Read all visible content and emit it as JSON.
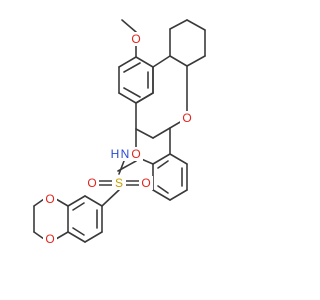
{
  "structure": {
    "atoms": [
      {
        "id": "O_me1",
        "text": "O",
        "color": "#e0261f"
      },
      {
        "id": "O_ring",
        "text": "O",
        "color": "#e0261f"
      },
      {
        "id": "O_me2",
        "text": "O",
        "color": "#e0261f"
      },
      {
        "id": "N",
        "text": "N",
        "color": "#2a4bd6"
      },
      {
        "id": "H",
        "text": "H",
        "color": "#2a4bd6"
      },
      {
        "id": "S",
        "text": "S",
        "color": "#c8a000"
      },
      {
        "id": "O_s1",
        "text": "O",
        "color": "#e0261f"
      },
      {
        "id": "O_s2",
        "text": "O",
        "color": "#e0261f"
      },
      {
        "id": "O_d1",
        "text": "O",
        "color": "#e0261f"
      },
      {
        "id": "O_d2",
        "text": "O",
        "color": "#e0261f"
      }
    ]
  }
}
